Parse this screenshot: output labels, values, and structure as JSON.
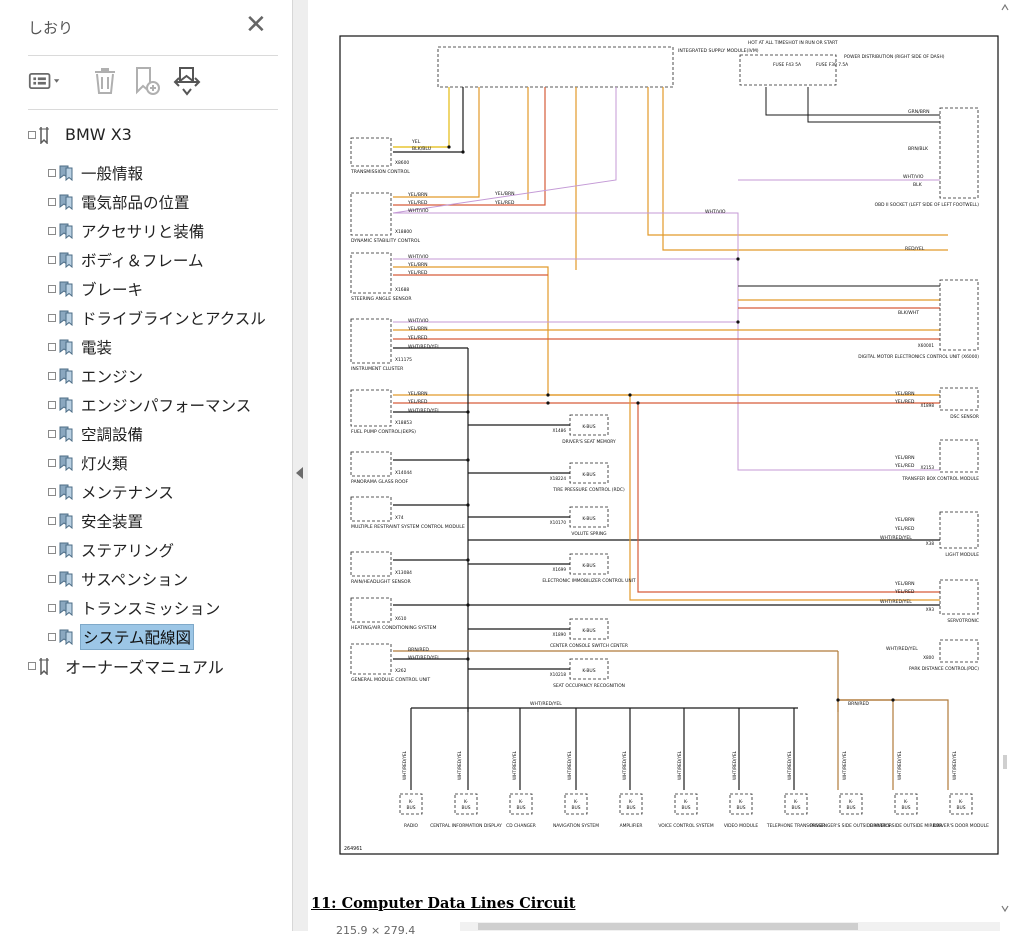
{
  "sidebar": {
    "title": "しおり",
    "close_symbol": "✕",
    "toolbar": {
      "options_icon": "list-options-icon",
      "delete_icon": "trash-icon",
      "new_bookmark_icon": "new-bookmark-icon",
      "expand_icon": "expand-bookmark-icon"
    },
    "root": "BMW X3",
    "items": [
      "一般情報",
      "電気部品の位置",
      "アクセサリと装備",
      "ボディ＆フレーム",
      "ブレーキ",
      "ドライブラインとアクスル",
      "電装",
      "エンジン",
      "エンジンパフォーマンス",
      "空調設備",
      "灯火類",
      "メンテナンス",
      "安全装置",
      "ステアリング",
      "サスペンション",
      "トランスミッション",
      "システム配線図"
    ],
    "selected_index": 16,
    "second_root": "オーナーズマニュアル"
  },
  "document": {
    "caption": "11: Computer Data Lines Circuit",
    "page_size": "215.9 × 279.4",
    "diagram_id": "264961",
    "top_labels": {
      "ism": "INTEGRATED SUPPLY MODULE(IVM)",
      "hot_at": "HOT AT ALL TIMES",
      "hot_in": "HOT IN RUN OR START",
      "fuse1": "FUSE F43 5A",
      "fuse2": "FUSE F30 7.5A",
      "power_dist": "POWER DISTRIBUTION (RIGHT SIDE OF DASH)"
    },
    "left_modules": [
      {
        "name": "TRANSMISSION CONTROL",
        "conn": "X8600"
      },
      {
        "name": "DYNAMIC STABILITY CONTROL",
        "conn": "X18800"
      },
      {
        "name": "STEERING ANGLE SENSOR",
        "conn": "X1688"
      },
      {
        "name": "INSTRUMENT CLUSTER",
        "conn": "X11175"
      },
      {
        "name": "FUEL PUMP CONTROL(EKPS)",
        "conn": "X18853"
      },
      {
        "name": "PANORAMA GLASS ROOF",
        "conn": "X14044"
      },
      {
        "name": "MULTIPLE RESTRAINT SYSTEM CONTROL MODULE",
        "conn": "X74"
      },
      {
        "name": "RAIN/HEADLIGHT SENSOR",
        "conn": "X13084"
      },
      {
        "name": "HEATING/AIR CONDITIONING SYSTEM",
        "conn": "X610"
      },
      {
        "name": "GENERAL MODULE CONTROL UNIT",
        "conn": "X262"
      }
    ],
    "mid_modules": [
      {
        "name": "DRIVER'S SEAT MEMORY",
        "conn": "X1486"
      },
      {
        "name": "TIRE PRESSURE CONTROL (RDC)",
        "conn": "X18224"
      },
      {
        "name": "VOLUTE SPRING",
        "conn": "X10170"
      },
      {
        "name": "ELECTRONIC IMMOBILIZER CONTROL UNIT",
        "conn": "X1699"
      },
      {
        "name": "CENTER CONSOLE SWITCH CENTER",
        "conn": "X1890"
      },
      {
        "name": "SEAT OCCUPANCY RECOGNITION",
        "conn": "X10218"
      }
    ],
    "right_modules": [
      {
        "name": "OBD II SOCKET (LEFT SIDE OF LEFT FOOTWELL)"
      },
      {
        "name": "DIGITAL MOTOR ELECTRONICS CONTROL UNIT (X6000)",
        "conn": "X60001"
      },
      {
        "name": "DSC SENSOR",
        "conn": "X1898"
      },
      {
        "name": "TRANSFER BOX CONTROL MODULE",
        "conn": "X2153"
      },
      {
        "name": "LIGHT MODULE",
        "conn": "X38"
      },
      {
        "name": "SERVOTRONIC",
        "conn": "X93"
      },
      {
        "name": "PARK DISTANCE CONTROL(PDC)",
        "conn": "X800"
      }
    ],
    "bottom_modules": [
      "RADIO",
      "CENTRAL INFORMATION DISPLAY",
      "CD CHANGER",
      "NAVIGATION SYSTEM",
      "AMPLIFIER",
      "VOICE CONTROL SYSTEM",
      "VIDEO MODULE",
      "TELEPHONE TRANSCEIVER",
      "PASSENGER'S SIDE OUTSIDE MIRROR",
      "DRIVER'S SIDE OUTSIDE MIRROR",
      "DRIVER'S DOOR MODULE"
    ],
    "wire_labels": {
      "yel": "YEL",
      "blkblu": "BLK/BLU",
      "yelbrn": "YEL/BRN",
      "yelred": "YEL/RED",
      "whtvio": "WHT/VIO",
      "wrv": "WHT/RED/YEL",
      "brnred": "BRN/RED",
      "blk": "BLK",
      "grnbrn": "GRN/BRN",
      "brnblk": "BRN/BLK",
      "redyel": "RED/YEL",
      "blkwht": "BLK/WHT"
    }
  },
  "colors": {
    "selected_bg": "#9cc6e6",
    "wire_yellow": "#e8c532",
    "wire_orange": "#e29a2a",
    "wire_red": "#d65c3a",
    "wire_violet": "#c49ad6",
    "wire_black": "#1a1a1a",
    "wire_brown": "#b07a3a"
  }
}
